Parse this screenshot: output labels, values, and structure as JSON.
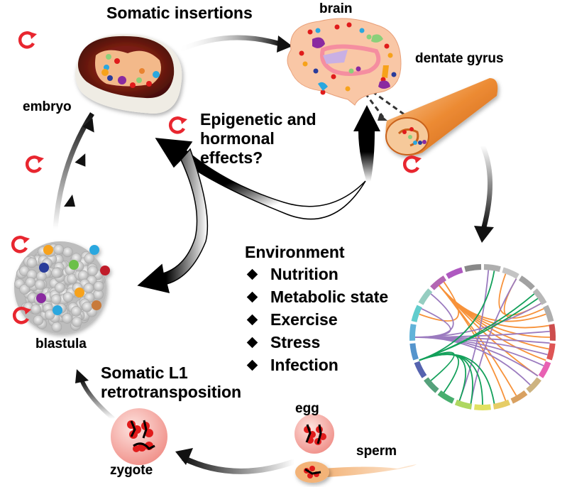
{
  "title_labels": {
    "somatic_insertions": "Somatic insertions",
    "brain": "brain",
    "dentate_gyrus": "dentate gyrus",
    "embryo": "embryo",
    "epigenetic": [
      "Epigenetic and",
      "hormonal",
      "effects?"
    ],
    "blastula": "blastula",
    "somatic_l1": [
      "Somatic L1",
      "retrotransposition"
    ],
    "zygote": "zygote",
    "egg": "egg",
    "sperm": "sperm"
  },
  "environment": {
    "heading": "Environment",
    "items": [
      "Nutrition",
      "Metabolic state",
      "Exercise",
      "Stress",
      "Infection"
    ]
  },
  "colors": {
    "cycle_arrow": "#e8262f",
    "circos_orange": "#f7923a",
    "circos_green": "#13a05a",
    "circos_purple": "#9b7bbf",
    "brain": "#f9c7a6",
    "dentate_gyrus": "#e8832f",
    "embryo_outer": "#6b1a10",
    "embryo_inner": "#f3b98a",
    "cell_pink": "#f6b5b0",
    "chromatin_red": "#e01b1b"
  }
}
